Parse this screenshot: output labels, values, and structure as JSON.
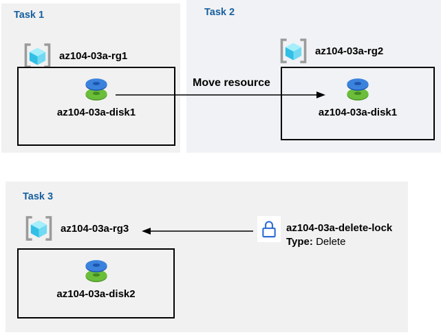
{
  "colors": {
    "panel_bg": "#f1f1f1",
    "panel2_bg": "#f0f2f5",
    "heading_blue": "#175f9e",
    "lock_blue": "#2e6ed3",
    "disk_blue": "#3b82dd",
    "disk_green": "#6abe3a",
    "bracket_gray": "#9b9b9b",
    "arrow_color": "#000000"
  },
  "task1": {
    "title": "Task 1",
    "resource_group": "az104-03a-rg1",
    "resource": "az104-03a-disk1",
    "rg_icon": "resource-group-icon",
    "resource_icon": "disk-icon"
  },
  "task2": {
    "title": "Task 2",
    "resource_group": "az104-03a-rg2",
    "resource": "az104-03a-disk1",
    "rg_icon": "resource-group-icon",
    "resource_icon": "disk-icon"
  },
  "task3": {
    "title": "Task 3",
    "resource_group": "az104-03a-rg3",
    "resource": "az104-03a-disk2",
    "rg_icon": "resource-group-icon",
    "resource_icon": "disk-icon",
    "lock_icon": "lock-icon",
    "lock_name": "az104-03a-delete-lock",
    "lock_type_label": "Type:",
    "lock_type_value": "Delete"
  },
  "arrows": {
    "move_label": "Move resource"
  }
}
